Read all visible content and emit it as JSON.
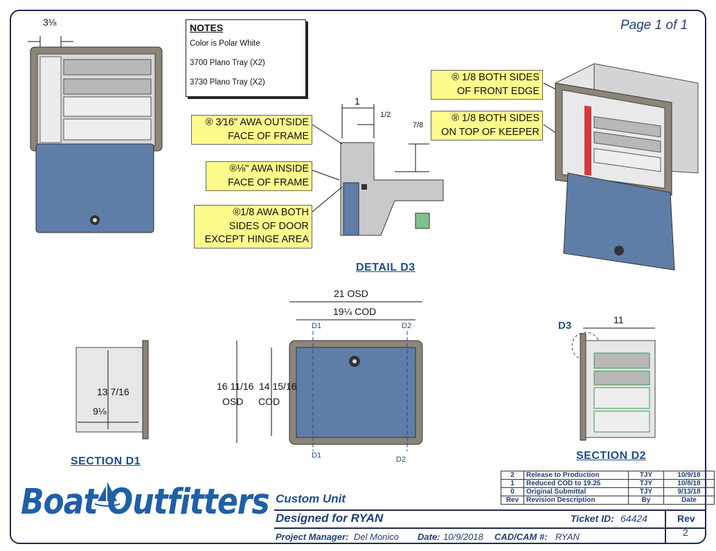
{
  "page_label": "Page 1 of 1",
  "notes": {
    "title": "NOTES",
    "lines": [
      "Color is Polar White",
      "3700 Plano Tray (X2)",
      "3730 Plano Tray (X2)"
    ]
  },
  "callouts": {
    "awa_outside": [
      "® 3⁄16\" AWA OUTSIDE",
      "FACE OF FRAME"
    ],
    "awa_inside": [
      "®⅛\" AWA INSIDE",
      "FACE OF FRAME"
    ],
    "awa_door": [
      "®1/8 AWA BOTH",
      "SIDES OF DOOR",
      "EXCEPT HINGE AREA"
    ],
    "front_edge": [
      "® 1/8 BOTH SIDES",
      "OF FRONT EDGE"
    ],
    "keeper": [
      "® 1/8 BOTH SIDES",
      "ON TOP OF KEEPER"
    ]
  },
  "dims": {
    "flange": "3⅛",
    "detail_w": "1",
    "detail_half": "1/2",
    "detail_78": "7/8",
    "osd_w": "21 OSD",
    "cod_w": "19¼ COD",
    "osd_h_val": "16 11/16",
    "osd_h_lbl": "OSD",
    "cod_h_val": "14 15/16",
    "cod_h_lbl": "COD",
    "sec_d1_a": "13 7/16",
    "sec_d1_b": "9⅛",
    "depth": "11"
  },
  "markers": {
    "d1": "D1",
    "d2": "D2",
    "d3": "D3"
  },
  "section_titles": {
    "detail_d3": "DETAIL  D3",
    "section_d1": "SECTION D1",
    "section_d2": "SECTION D2"
  },
  "revisions": {
    "rows": [
      [
        "2",
        "Release to Production",
        "TJY",
        "10/9/18"
      ],
      [
        "1",
        "Reduced COD to 19.25",
        "TJY",
        "10/8/18"
      ],
      [
        "0",
        "Original Submittal",
        "TJY",
        "9/13/18"
      ]
    ],
    "header": [
      "Rev",
      "Revision Description",
      "By",
      "Date"
    ]
  },
  "title_block": {
    "logo": "Boat Outfitters",
    "custom_unit": "Custom Unit",
    "designed_for": "Designed for RYAN",
    "ticket_label": "Ticket ID:",
    "ticket_value": "64424",
    "pm_label": "Project Manager:",
    "pm_value": "Del Monico",
    "date_label": "Date:",
    "date_value": "10/9/2018",
    "cad_label": "CAD/CAM #:",
    "cad_value": "RYAN",
    "rev_label": "Rev",
    "rev_value": "2"
  },
  "colors": {
    "door_blue": "#5f7ea7",
    "frame": "#8c8578",
    "callout": "#fdfb8c",
    "accent_blue": "#1f4d8f"
  }
}
